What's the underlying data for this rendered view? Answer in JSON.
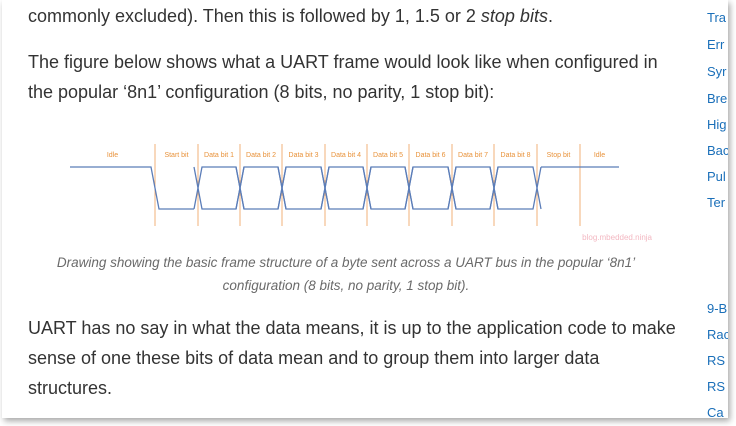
{
  "article": {
    "line0_prefix": "commonly excluded). Then this is followed by 1, 1.5 or 2 ",
    "line0_em": "stop bits",
    "line0_suffix": ".",
    "para1_line1": "The figure below shows what a UART frame would look like when configured in",
    "para1_line2": "the popular ‘8n1’ configuration (8 bits, no parity, 1 stop bit):",
    "caption_line1": "Drawing showing the basic frame structure of a byte sent across a UART bus in the popular ‘8n1’",
    "caption_line2": "configuration (8 bits, no parity, 1 stop bit).",
    "para2_line1": "UART has no say in what the data means, it is up to the application code to make",
    "para2_line2": "sense of one these bits of data mean and to group them into larger data",
    "para2_line3": "structures."
  },
  "diagram": {
    "labels": [
      "Idle",
      "Start bit",
      "Data bit 1",
      "Data bit 2",
      "Data bit 3",
      "Data bit 4",
      "Data bit 5",
      "Data bit 6",
      "Data bit 7",
      "Data bit 8",
      "Stop bit",
      "Idle"
    ],
    "watermark": "blog.mbedded.ninja",
    "line_color": "#5b7db8",
    "label_color": "#e8923a",
    "divider_color": "#f2b27a",
    "watermark_color": "#f3b8c2"
  },
  "sidebar": {
    "links": [
      "Tra",
      "Err",
      "Syr",
      "Bre",
      "Hig",
      "Bac",
      "Pul",
      "Ter",
      "9-B",
      "Rac",
      "RS",
      "RS",
      "Ca"
    ],
    "link_color": "#1a6fb9"
  }
}
